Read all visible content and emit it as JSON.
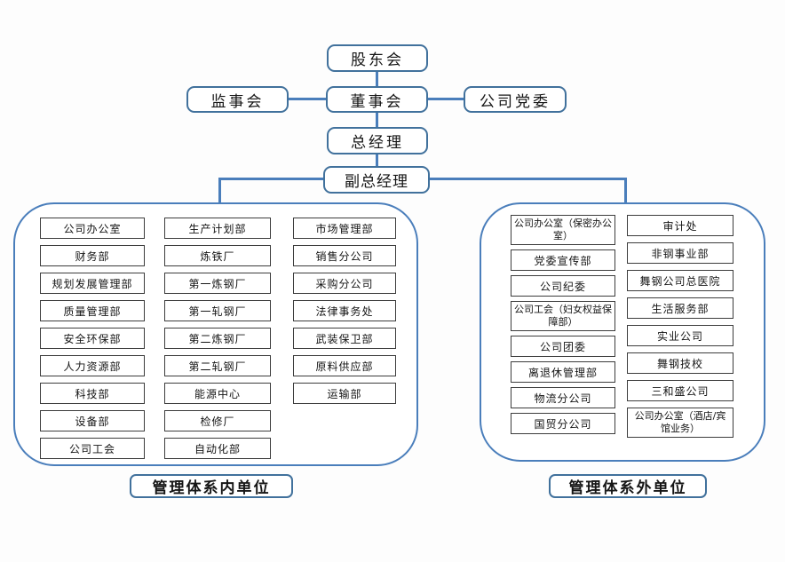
{
  "chart": {
    "type": "org-chart",
    "colors": {
      "node_border": "#41719c",
      "connector": "#4a7ebb",
      "item_border": "#3c3c3c",
      "background": "#ffffff"
    },
    "nodes": {
      "shareholders_meeting": "股东会",
      "supervisory_board": "监事会",
      "board_of_directors": "董事会",
      "party_committee": "公司党委",
      "general_manager": "总经理",
      "deputy_general_manager": "副总经理"
    },
    "left_group": {
      "label": "管理体系内单位",
      "col1": [
        "公司办公室",
        "财务部",
        "规划发展管理部",
        "质量管理部",
        "安全环保部",
        "人力资源部",
        "科技部",
        "设备部",
        "公司工会"
      ],
      "col2": [
        "生产计划部",
        "炼铁厂",
        "第一炼钢厂",
        "第一轧钢厂",
        "第二炼钢厂",
        "第二轧钢厂",
        "能源中心",
        "检修厂",
        "自动化部"
      ],
      "col3": [
        "市场管理部",
        "销售分公司",
        "采购分公司",
        "法律事务处",
        "武装保卫部",
        "原料供应部",
        "运输部"
      ]
    },
    "right_group": {
      "label": "管理体系外单位",
      "col1": [
        "公司办公室（保密办公室）",
        "党委宣传部",
        "公司纪委",
        "公司工会（妇女权益保障部）",
        "公司团委",
        "离退休管理部",
        "物流分公司",
        "国贸分公司"
      ],
      "col2": [
        "审计处",
        "非钢事业部",
        "舞钢公司总医院",
        "生活服务部",
        "实业公司",
        "舞钢技校",
        "三和盛公司",
        "公司办公室（酒店/宾馆业务）"
      ]
    }
  }
}
